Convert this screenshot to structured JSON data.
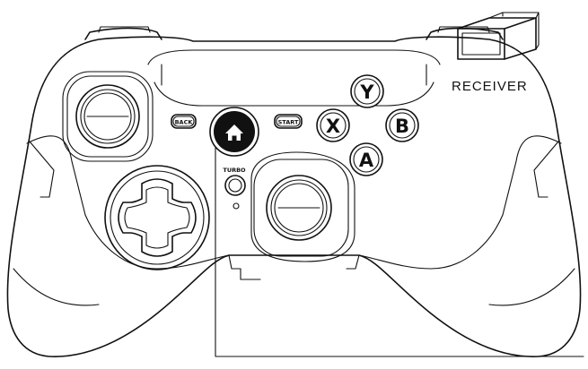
{
  "labels": {
    "receiver": "RECEIVER",
    "back": "BACK",
    "start": "START",
    "turbo": "TURBO"
  },
  "face_buttons": {
    "y": "Y",
    "x": "X",
    "b": "B",
    "a": "A"
  },
  "icons": {
    "home": "home-icon"
  }
}
